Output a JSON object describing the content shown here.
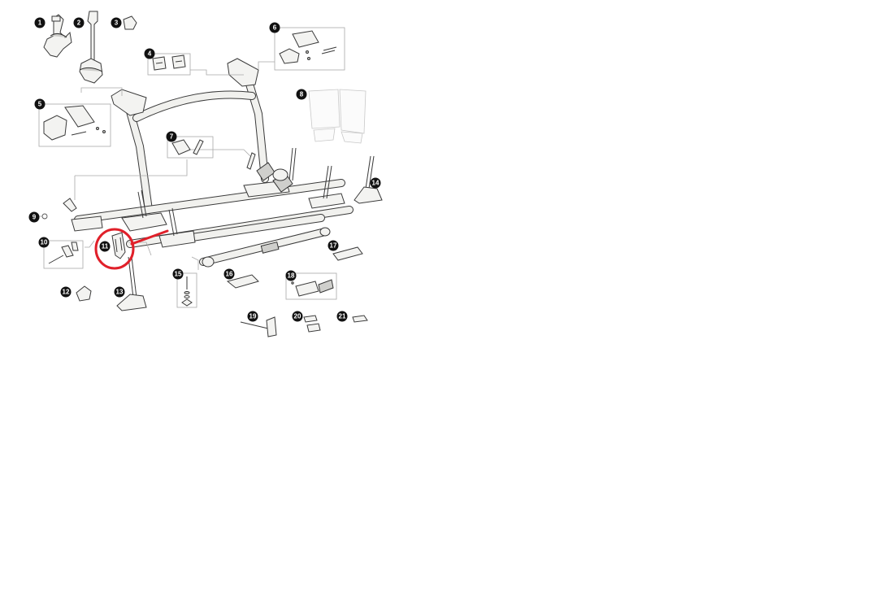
{
  "diagram": {
    "callouts": [
      "1",
      "2",
      "3",
      "4",
      "5",
      "6",
      "7",
      "8",
      "9",
      "10",
      "11",
      "12",
      "13",
      "14",
      "15",
      "16",
      "17",
      "18",
      "19",
      "20",
      "21"
    ],
    "highlight_color": "#e0202a",
    "highlighted_part": "11"
  }
}
